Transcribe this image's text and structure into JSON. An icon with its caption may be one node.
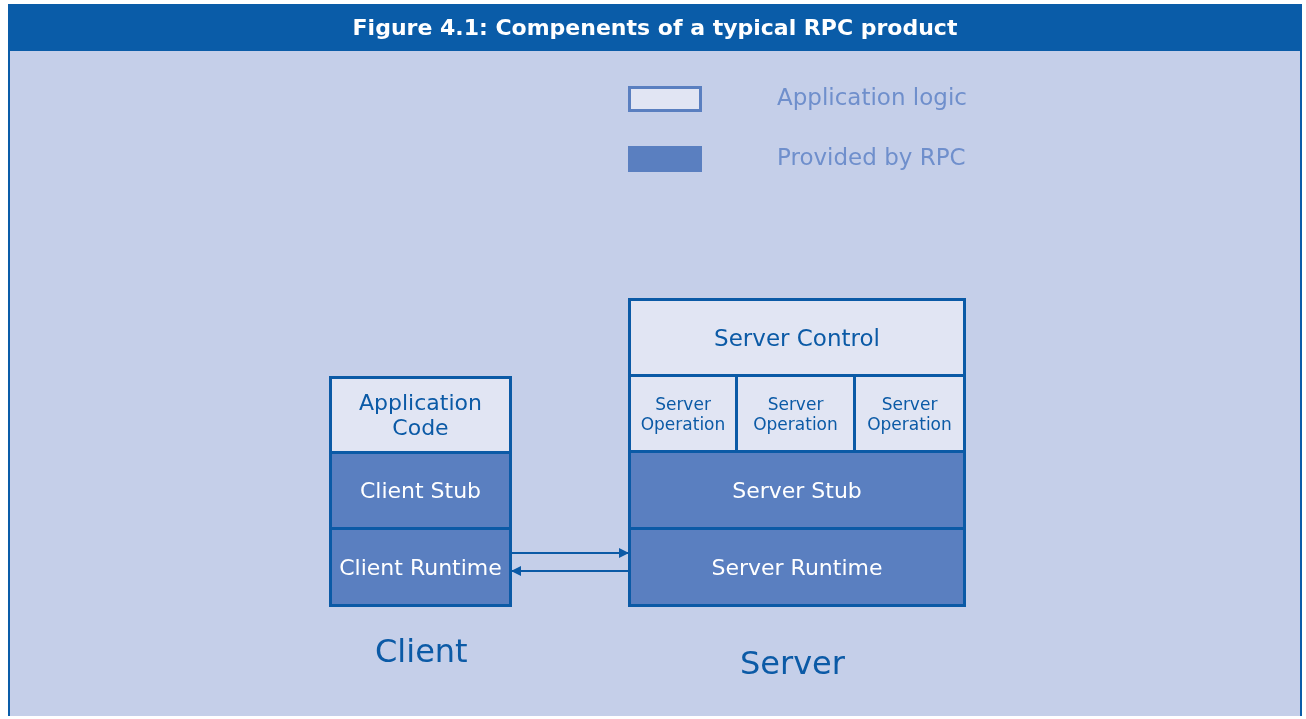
{
  "diagram": {
    "title": "Figure 4.1: Compenents of a typical RPC product",
    "nodes": [
      {
        "text": [
          "Application Code"
        ]
      },
      {
        "text": [
          "Client Stub"
        ]
      },
      {
        "text": [
          "Client Runtime"
        ]
      },
      {
        "text": [
          "Server Control"
        ]
      },
      {
        "text": [
          "Server Operation"
        ]
      },
      {
        "text": [
          "Server Operation"
        ]
      },
      {
        "text": [
          "Server Operation"
        ]
      },
      {
        "text": [
          "Server Stub"
        ]
      },
      {
        "text": [
          "Server Runtime"
        ]
      }
    ],
    "edges": [
      {
        "from": 2,
        "to": 8,
        "arrow": "to"
      },
      {
        "from": 8,
        "to": 2,
        "arrow": "to"
      }
    ],
    "labels": [
      "Client",
      "Server"
    ],
    "legend": [
      {
        "text": "Application logic",
        "color": "#e1e5f3"
      },
      {
        "text": "Provided by RPC",
        "color": "#5a7fc0"
      }
    ]
  }
}
